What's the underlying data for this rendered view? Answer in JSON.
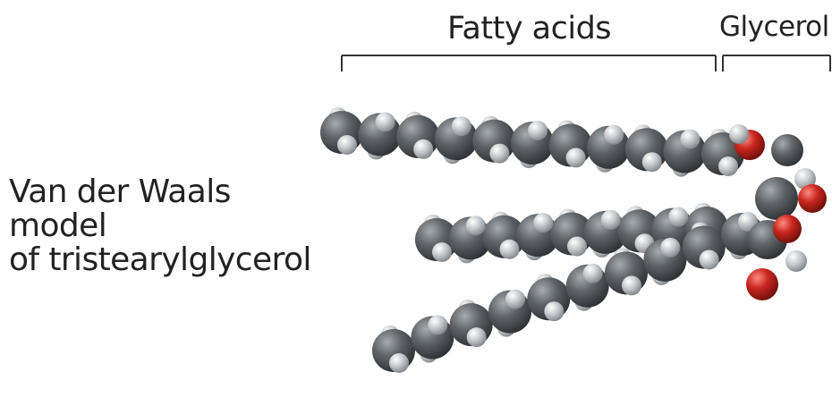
{
  "labels": {
    "fatty_acids": "Fatty acids",
    "glycerol": "Glycerol"
  },
  "caption": {
    "line1": "Van der Waals",
    "line2": "model",
    "line3": "of tristearylglycerol"
  },
  "colors": {
    "carbon": "#555a5f",
    "hydrogen": "#c9ccd0",
    "oxygen": "#c8261e",
    "bracket": "#333333"
  }
}
